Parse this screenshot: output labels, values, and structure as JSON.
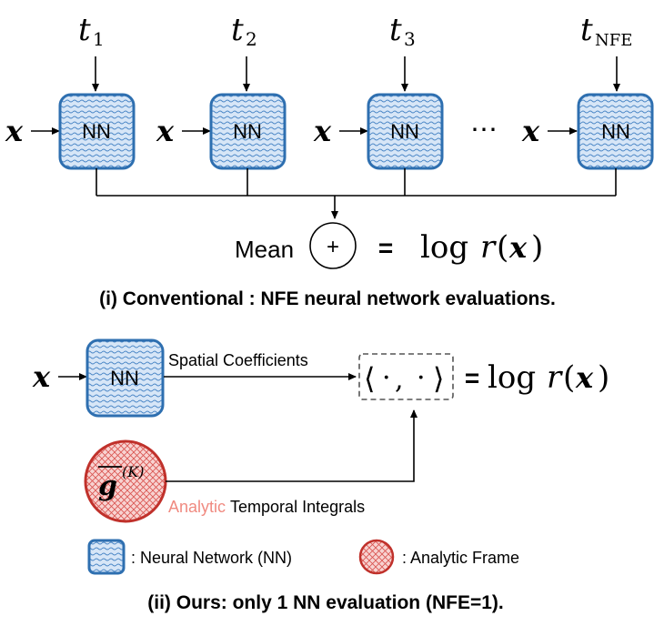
{
  "section_top": {
    "inputs": [
      {
        "t_symbol": "t",
        "t_sub": "1",
        "x_symbol": "x",
        "nn_label": "NN"
      },
      {
        "t_symbol": "t",
        "t_sub": "2",
        "x_symbol": "x",
        "nn_label": "NN"
      },
      {
        "t_symbol": "t",
        "t_sub": "3",
        "x_symbol": "x",
        "nn_label": "NN"
      },
      {
        "t_symbol": "t",
        "t_sub": "NFE",
        "x_symbol": "x",
        "nn_label": "NN"
      }
    ],
    "ellipsis": "⋯",
    "mean_label": "Mean",
    "plus_symbol": "+",
    "equals": "=",
    "result": {
      "log": "log",
      "r": "r",
      "open": "(",
      "x": "x",
      "close": ")"
    },
    "caption": "(i) Conventional : NFE neural network evaluations."
  },
  "section_bottom": {
    "x_symbol": "x",
    "nn_label": "NN",
    "spatial_label": "Spatial Coefficients",
    "inner_product": {
      "open": "⟨",
      "dot1": "·",
      "comma": ",",
      "dot2": "·",
      "close": "⟩"
    },
    "equals": "=",
    "result": {
      "log": "log",
      "r": "r",
      "open": "(",
      "x": "x",
      "close": ")"
    },
    "frame_symbol": {
      "g": "g",
      "sup": "(K)"
    },
    "analytic_word": "Analytic",
    "temporal_word": "Temporal Integrals",
    "legend": {
      "nn": ": Neural Network (NN)",
      "analytic": ": Analytic Frame"
    },
    "caption": "(ii) Ours: only 1 NN evaluation (NFE=1)."
  },
  "colors": {
    "nn_stroke": "#2e6fb0",
    "nn_fill": "#d7e6f7",
    "nn_hatch": "#4a86c6",
    "analytic_stroke": "#c0312b",
    "analytic_fill": "#f8d3d1",
    "analytic_hatch": "#d9534f",
    "analytic_text": "#f08a80",
    "ink": "#000000"
  }
}
